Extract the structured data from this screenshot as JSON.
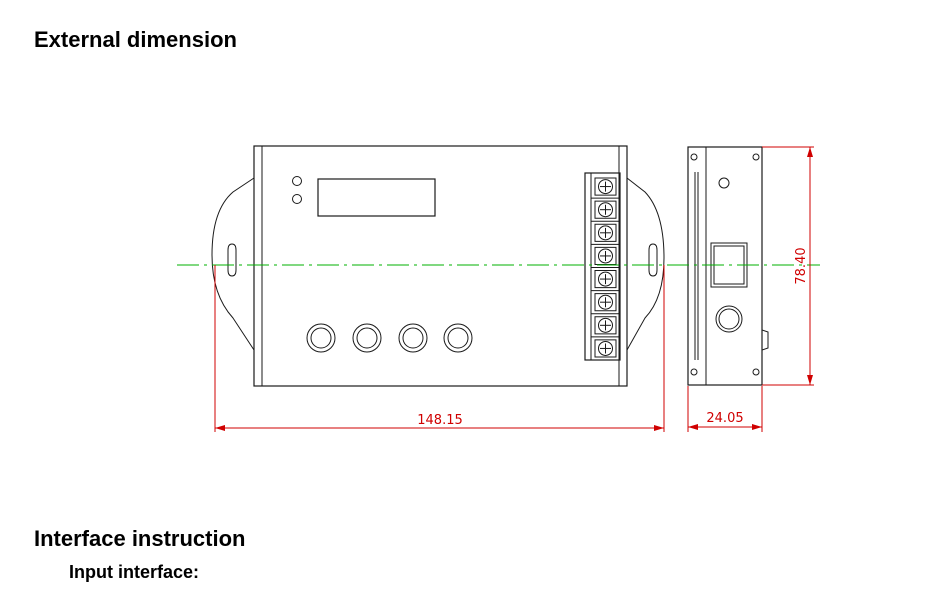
{
  "sections": {
    "external_title": "External dimension",
    "interface_title": "Interface instruction",
    "input_subtitle": "Input interface:"
  },
  "dimensions": {
    "length": "148.15",
    "depth": "24.05",
    "height": "78.40"
  },
  "colors": {
    "outline": "#1a1a1a",
    "dimension": "#d00000",
    "centerline": "#00b000"
  },
  "device": {
    "buttons": 4,
    "terminals": 8
  }
}
